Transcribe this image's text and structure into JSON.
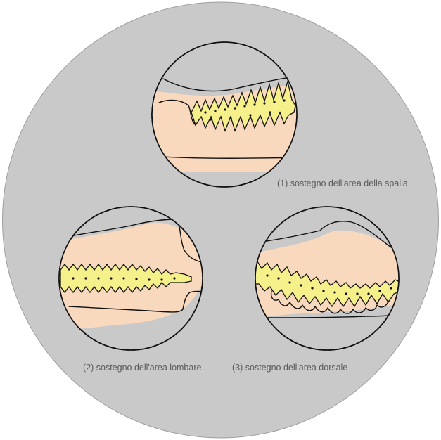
{
  "colors": {
    "background_disc": "#c9c9ca",
    "skin": "#f9d9bd",
    "inner_circle": "#c9c9ca",
    "spine": "#f5f08a",
    "outline": "#111111",
    "caption_text": "#5a5a5a"
  },
  "panels": [
    {
      "id": "shoulder",
      "caption": "(1) sostegno dell'area della spalla"
    },
    {
      "id": "lumbar",
      "caption": "(2) sostegno dell'area lombare"
    },
    {
      "id": "dorsal",
      "caption": "(3) sostegno dell'area dorsale"
    }
  ]
}
